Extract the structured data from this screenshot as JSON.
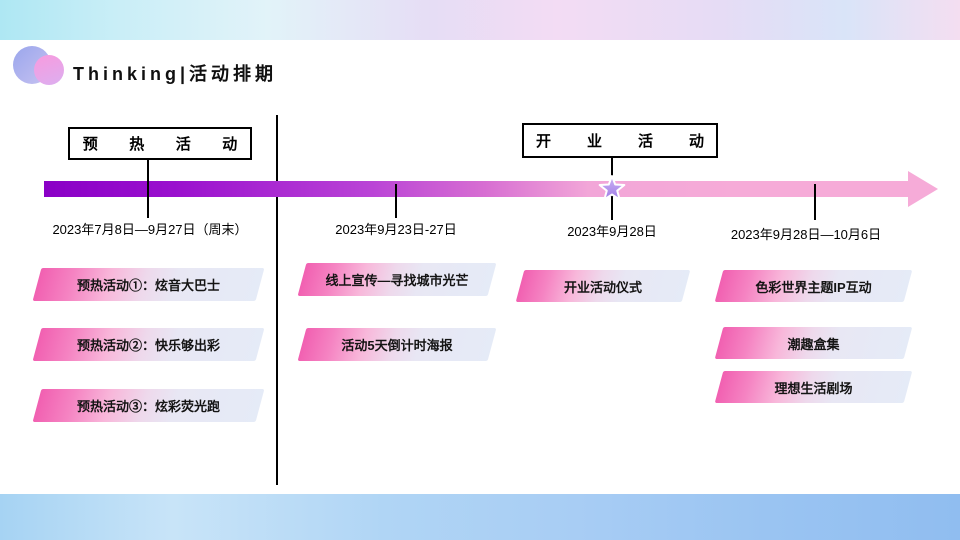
{
  "header": {
    "title": "Thinking|活动排期"
  },
  "timeline": {
    "sections": [
      {
        "label": "预热活动"
      },
      {
        "label": "开业活动"
      }
    ],
    "milestones": [
      {
        "date": "2023年7月8日—9月27日（周末）"
      },
      {
        "date": "2023年9月23日-27日"
      },
      {
        "date": "2023年9月28日"
      },
      {
        "date": "2023年9月28日—10月6日"
      }
    ]
  },
  "columns": [
    {
      "items": [
        "预热活动①：炫音大巴士",
        "预热活动②：快乐够出彩",
        "预热活动③：炫彩荧光跑"
      ]
    },
    {
      "items": [
        "线上宣传—寻找城市光芒",
        "活动5天倒计时海报"
      ]
    },
    {
      "items": [
        "开业活动仪式"
      ]
    },
    {
      "items": [
        "色彩世界主题IP互动",
        "潮趣盒集",
        "理想生活剧场"
      ]
    }
  ],
  "icons": {
    "star": "star-milestone-marker",
    "logo": "two-overlapping-circles"
  },
  "colors": {
    "timeline_start": "#8a00c6",
    "timeline_end": "#f6abd8",
    "item_pink": "#f160b1",
    "item_light_blue": "#e5ebf7",
    "star_fill_top": "#cdb4f4",
    "star_fill_bottom": "#9f7ce6",
    "banner_top_cyan": "#aee7f3",
    "banner_top_pink": "#f4def1",
    "banner_bottom_blue": "#90bdf0",
    "text": "#000000"
  }
}
